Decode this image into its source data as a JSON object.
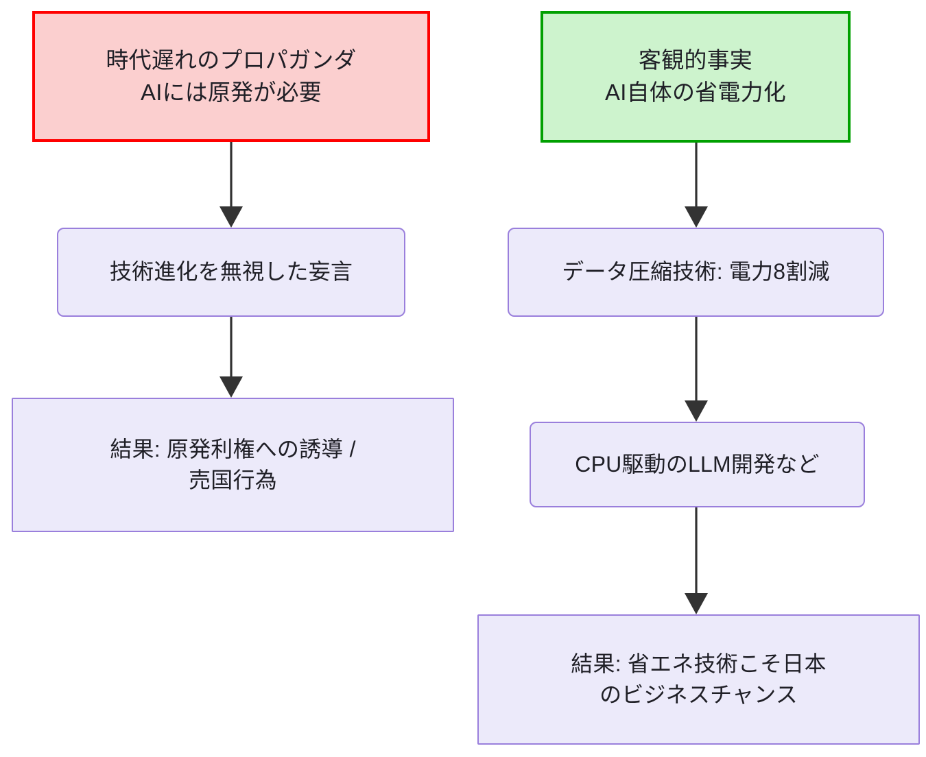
{
  "diagram": {
    "type": "flowchart",
    "direction": "top-down",
    "columns": 2,
    "nodes": [
      {
        "id": "claim",
        "column": "left",
        "label": "時代遅れのプロパガンダ\nAIには原発が必要",
        "style": "claim",
        "fill": "#fbcfcf",
        "border": "#ff0000"
      },
      {
        "id": "delusion",
        "column": "left",
        "label": "技術進化を無視した妄言",
        "style": "step",
        "fill": "#eceafa",
        "border": "#9a7fdc"
      },
      {
        "id": "left_result",
        "column": "left",
        "label": "結果: 原発利権への誘導 /\n売国行為",
        "style": "result",
        "fill": "#eceafa",
        "border": "#9a7fdc"
      },
      {
        "id": "fact",
        "column": "right",
        "label": "客観的事実\nAI自体の省電力化",
        "style": "fact",
        "fill": "#cdf3cd",
        "border": "#00a000"
      },
      {
        "id": "compress",
        "column": "right",
        "label": "データ圧縮技術: 電力8割減",
        "style": "step",
        "fill": "#eceafa",
        "border": "#9a7fdc"
      },
      {
        "id": "cpu",
        "column": "right",
        "label": "CPU駆動のLLM開発など",
        "style": "step",
        "fill": "#eceafa",
        "border": "#9a7fdc"
      },
      {
        "id": "right_result",
        "column": "right",
        "label": "結果: 省エネ技術こそ日本\nのビジネスチャンス",
        "style": "result",
        "fill": "#eceafa",
        "border": "#9a7fdc"
      }
    ],
    "edges": [
      {
        "from": "claim",
        "to": "delusion",
        "arrow": "down"
      },
      {
        "from": "delusion",
        "to": "left_result",
        "arrow": "down"
      },
      {
        "from": "fact",
        "to": "compress",
        "arrow": "down"
      },
      {
        "from": "compress",
        "to": "cpu",
        "arrow": "down"
      },
      {
        "from": "cpu",
        "to": "right_result",
        "arrow": "down"
      }
    ],
    "edge_color": "#333333",
    "background": "#ffffff"
  }
}
